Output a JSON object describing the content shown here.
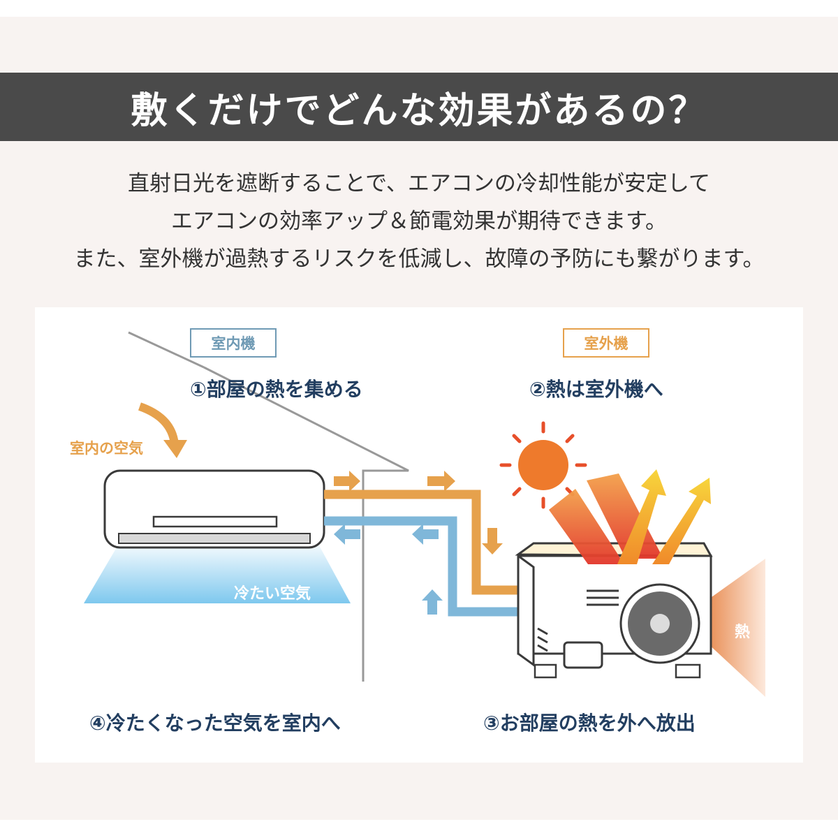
{
  "header": {
    "title": "敷くだけでどんな効果があるの？"
  },
  "intro": {
    "lines": [
      "直射日光を遮断することで、エアコンの冷却性能が安定して",
      "エアコンの効率アップ＆節電効果が期待できます。",
      "また、室外機が過熱するリスクを低減し、故障の予防にも繋がります。"
    ]
  },
  "diagram": {
    "indoor_tag": "室内機",
    "outdoor_tag": "室外機",
    "steps": [
      "①部屋の熱を集める",
      "②熱は室外機へ",
      "③お部屋の熱を外へ放出",
      "④冷たくなった空気を室内へ"
    ],
    "room_air_label": "室内の空気",
    "cool_air_label": "冷たい空気",
    "heat_label": "熱",
    "colors": {
      "heat_line": "#e6a14c",
      "cool_line": "#7fb7d9",
      "step_text": "#223e60",
      "banner": "#4a4a4a"
    }
  }
}
